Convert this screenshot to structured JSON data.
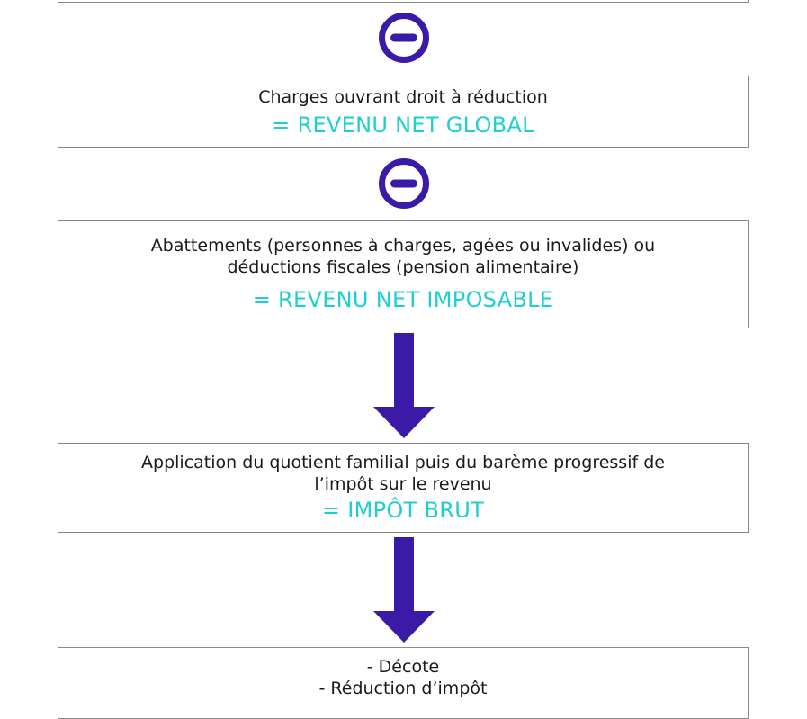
{
  "colors": {
    "accent": "#1fcfcf",
    "operator": "#3b1aa8",
    "border": "#8a8a8a",
    "text": "#1a1a1a"
  },
  "icons": {
    "operator": "minus-circle-icon",
    "flow": "arrow-down-icon"
  },
  "steps": [
    {
      "label": "Charges ouvrant droit à réduction",
      "result": "= REVENU NET GLOBAL"
    },
    {
      "label": "Abattements (personnes à charges, agées ou invalides) ou\ndéductions fiscales (pension alimentaire)",
      "result": "= REVENU NET IMPOSABLE"
    },
    {
      "label": "Application du quotient familial puis du barème progressif de\nl’impôt sur le revenu",
      "result": "= IMPÔT BRUT"
    },
    {
      "label": "- Décote\n- Réduction d’impôt",
      "result": ""
    }
  ]
}
